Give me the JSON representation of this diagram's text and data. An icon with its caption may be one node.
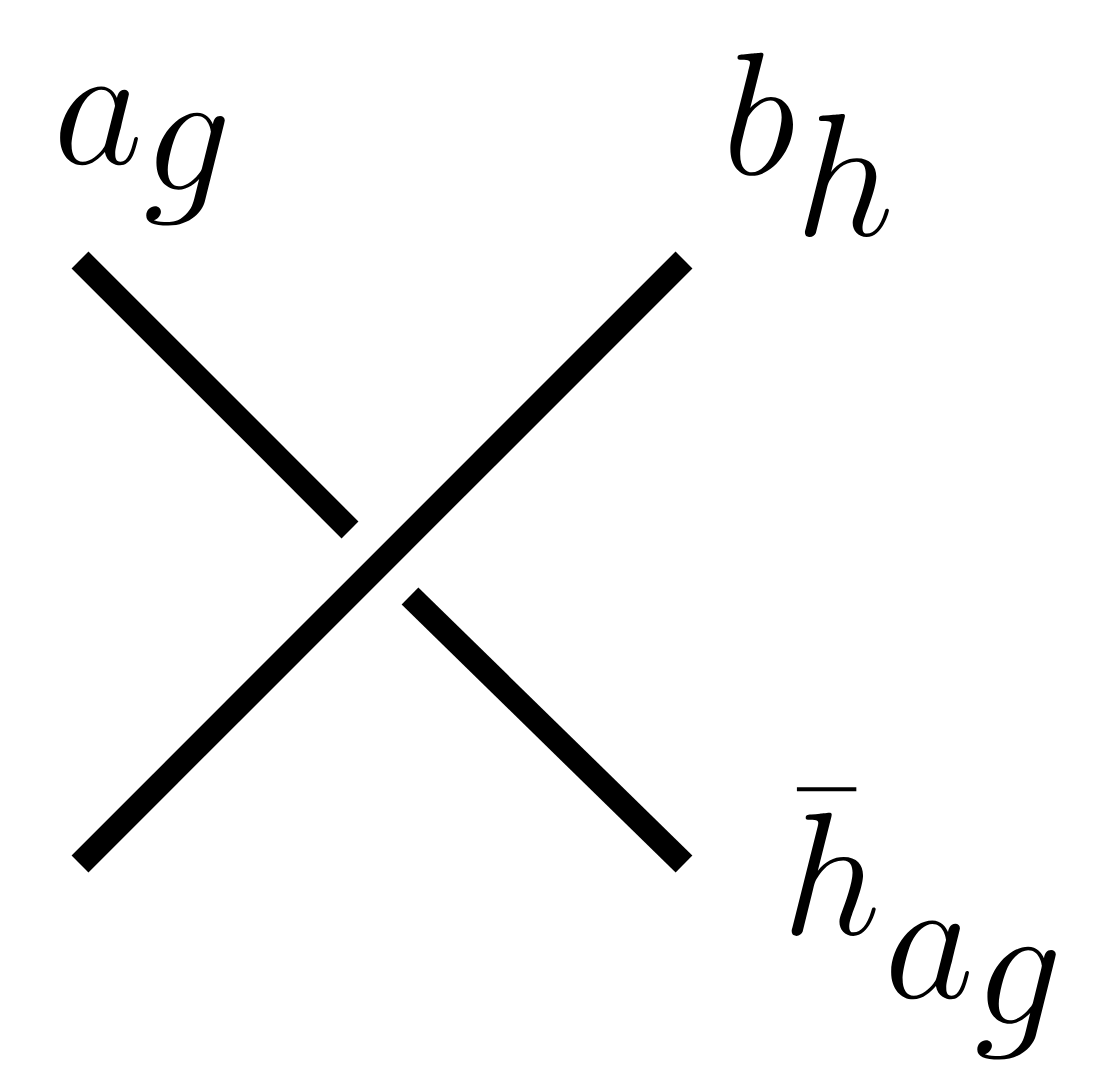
{
  "diagram": {
    "labels": [
      "a_{g}",
      "b_{h}",
      "{}^{\\bar{h}}a_{g}"
    ]
  }
}
